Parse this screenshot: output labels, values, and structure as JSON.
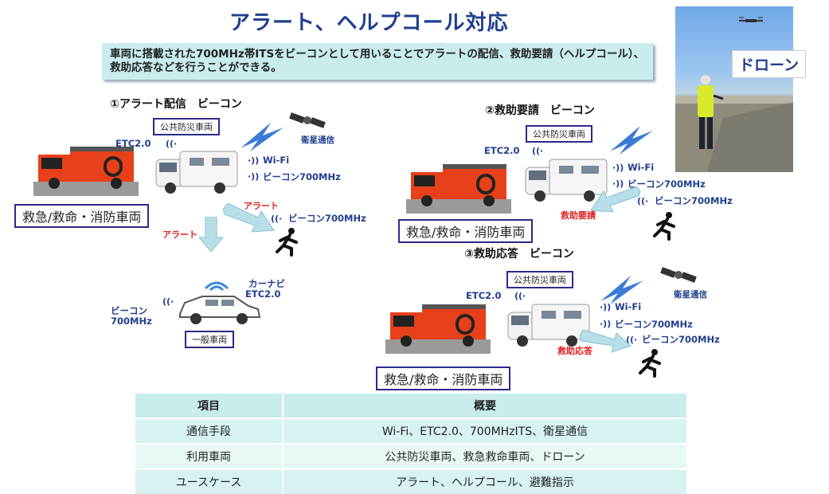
{
  "title": "アラート、ヘルプコール対応",
  "description": "車両に搭載された700MHz帯ITSをビーコンとして用いることでアラートの配信、救助要請（ヘルプコール）、救助応答などを行うことができる。",
  "drone_label": "ドローン",
  "section1": {
    "heading": "①アラート配信　ビーコン",
    "disaster_vehicle": "公共防災車両",
    "etc": "ETC2.0",
    "satellite": "衛星通信",
    "wifi": "Wi-Fi",
    "beacon_vehicle": "ビーコン700MHz",
    "alert_person": "アラート",
    "beacon_person": "ビーコン700MHz",
    "alert_car": "アラート",
    "rescue_vehicle": "救急/救命・消防車両",
    "car_nav": "カーナビ",
    "car_etc": "ETC2.0",
    "car_beacon_line1": "ビーコン",
    "car_beacon_line2": "700MHz",
    "general_vehicle": "一般車両"
  },
  "section2": {
    "heading": "②救助要請　ビーコン",
    "disaster_vehicle": "公共防災車両",
    "etc": "ETC2.0",
    "wifi": "Wi-Fi",
    "beacon_vehicle": "ビーコン700MHz",
    "beacon_person": "ビーコン700MHz",
    "rescue_request": "救助要請",
    "rescue_vehicle": "救急/救命・消防車両"
  },
  "section3": {
    "heading": "③救助応答　ビーコン",
    "disaster_vehicle": "公共防災車両",
    "etc": "ETC2.0",
    "satellite": "衛星通信",
    "wifi": "Wi-Fi",
    "beacon_vehicle": "ビーコン700MHz",
    "beacon_person": "ビーコン700MHz",
    "rescue_response": "救助応答",
    "rescue_vehicle": "救急/救命・消防車両"
  },
  "table": {
    "headers": [
      "項目",
      "概要"
    ],
    "rows": [
      [
        "通信手段",
        "Wi-Fi、ETC2.0、700MHzITS、衛星通信"
      ],
      [
        "利用車両",
        "公共防災車両、救急救命車両、ドローン"
      ],
      [
        "ユースケース",
        "アラート、ヘルプコール、避難指示"
      ]
    ]
  },
  "colors": {
    "title": "#1f3f8f",
    "panel": "#c9ecec",
    "fire_truck": "#e8401a",
    "alert_red": "#e02020",
    "label_border": "#2a2a8c"
  }
}
